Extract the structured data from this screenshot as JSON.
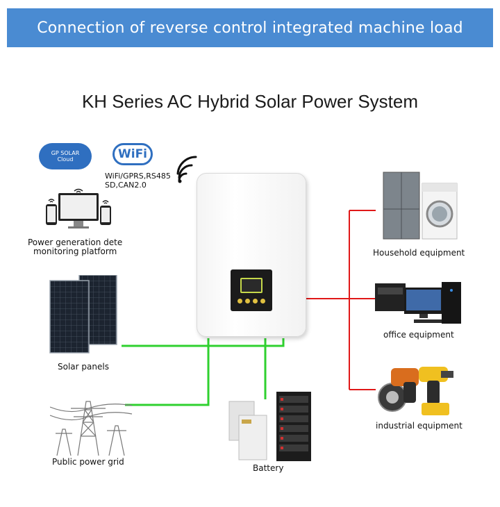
{
  "header": {
    "banner": "Connection of reverse control integrated machine load"
  },
  "title": "KH Series AC Hybrid Solar Power System",
  "monitoring": {
    "cloud_line1": "GP SOLAR",
    "cloud_line2": "Cloud",
    "wifi_badge": "WiFi",
    "comm_line1": "WiFi/GPRS,RS485",
    "comm_line2": "SD,CAN2.0",
    "label_line1": "Power generation dete",
    "label_line2": "monitoring platform"
  },
  "sources": {
    "solar_label": "Solar panels",
    "grid_label": "Public power grid",
    "battery_label": "Battery"
  },
  "loads": {
    "household_label": "Household equipment",
    "office_label": "office equipment",
    "industrial_label": "industrial equipment"
  },
  "colors": {
    "banner": "#4a8bd2",
    "dc_line": "#2fd02f",
    "ac_line": "#e01818"
  }
}
